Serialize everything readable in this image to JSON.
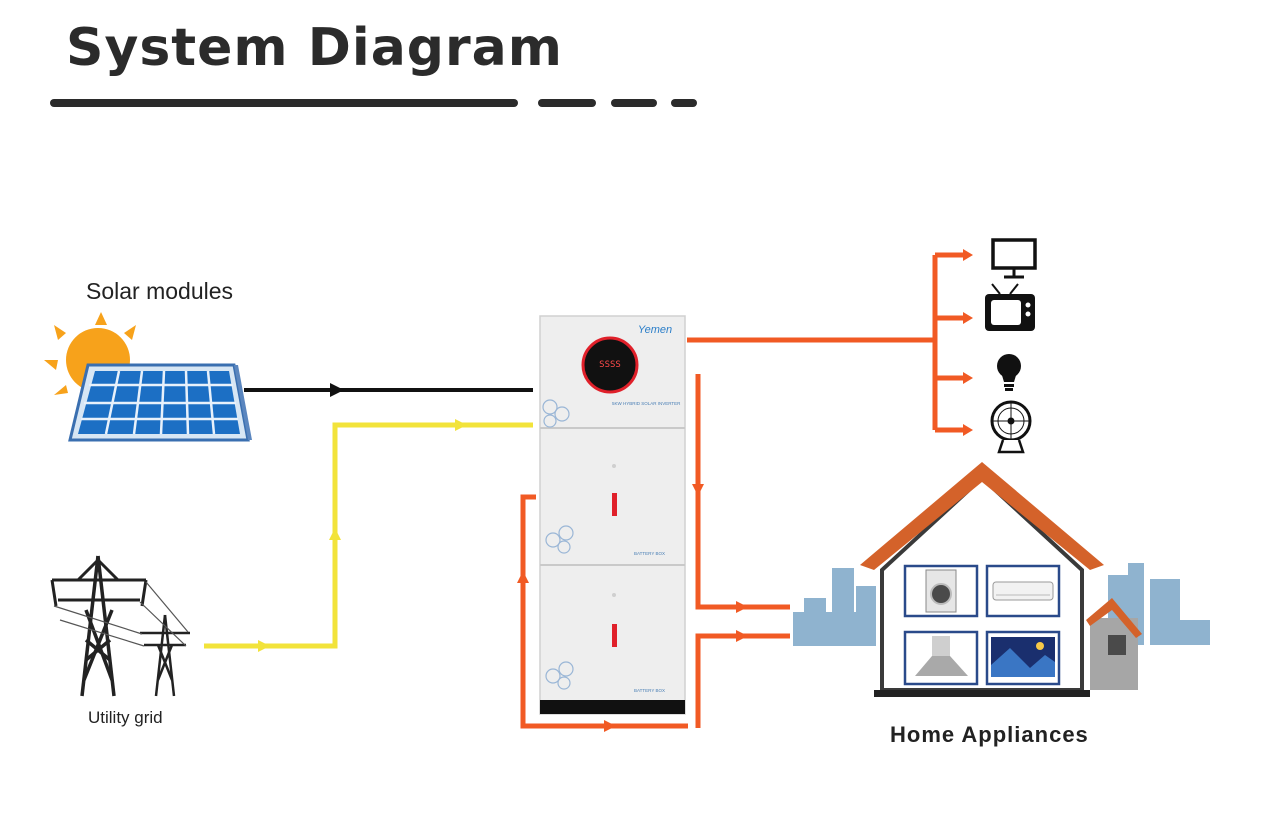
{
  "title": "System Diagram",
  "labels": {
    "solar": "Solar modules",
    "grid": "Utility grid",
    "home": "Home Appliances"
  },
  "inverter": {
    "brand": "Yemen",
    "display": "SSSS",
    "module_text_1": "5KW HYBRID SOLAR INVERTER",
    "module_text_2": "BATTERY BOX",
    "module_text_3": "BATTERY BOX"
  },
  "colors": {
    "title_text": "#2b2b2b",
    "pv_line": "#111111",
    "grid_line": "#f2e33a",
    "load_line": "#f15a24",
    "roof": "#d4622a",
    "city": "#8fb3cf",
    "panel_blue": "#1c6fc4",
    "sun": "#f7a21b"
  },
  "icons": [
    "sun-icon",
    "solar-panel-icon",
    "power-tower-icon",
    "monitor-icon",
    "tv-icon",
    "lightbulb-icon",
    "fan-icon",
    "house-icon",
    "washing-machine-icon",
    "air-conditioner-icon",
    "range-hood-icon",
    "television-icon"
  ]
}
